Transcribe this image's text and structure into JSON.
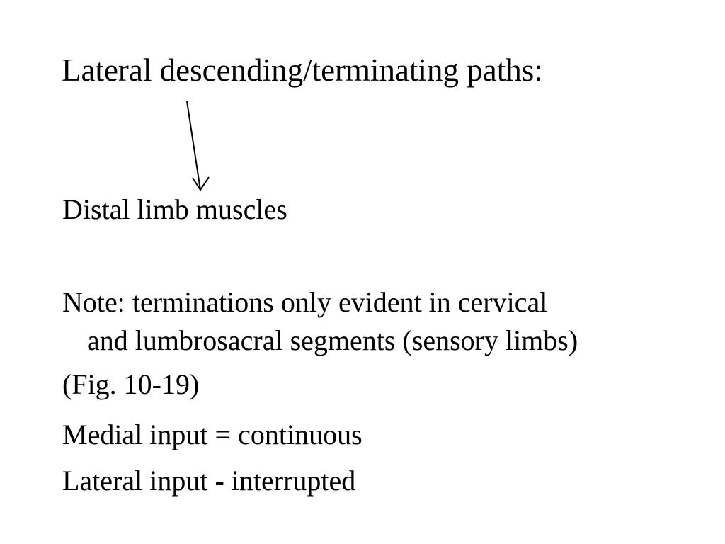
{
  "slide": {
    "title": "Lateral descending/terminating paths:",
    "distal": "Distal limb muscles",
    "note_line1": "Note: terminations only evident in cervical",
    "note_line2": "and lumbrosacral segments (sensory limbs)",
    "fig_ref": "(Fig. 10-19)",
    "medial": "Medial input = continuous",
    "lateral": "Lateral input - interrupted",
    "arrow": {
      "icon": "down-arrow",
      "color": "#000000"
    },
    "colors": {
      "background": "#ffffff",
      "text": "#000000"
    }
  }
}
